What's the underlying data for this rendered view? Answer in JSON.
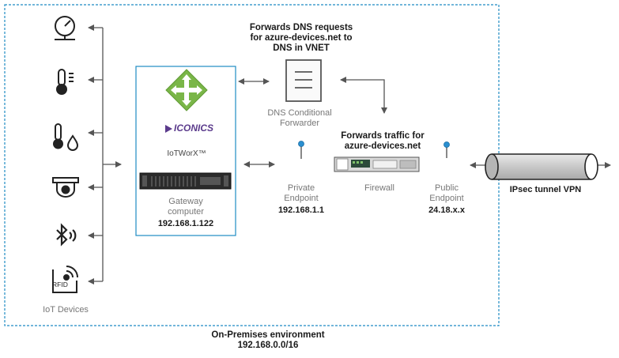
{
  "dns_note": [
    "Forwards DNS requests",
    "for azure-devices.net to",
    "DNS in VNET"
  ],
  "dns_server": [
    "DNS Conditional",
    "Forwarder"
  ],
  "firewall_note": [
    "Forwards traffic for",
    "azure-devices.net"
  ],
  "gateway": {
    "vendor": "ICONICS",
    "product": "IoTWorX™",
    "label": [
      "Gateway",
      "computer"
    ],
    "ip": "192.168.1.122"
  },
  "private_endpoint": {
    "label": [
      "Private",
      "Endpoint"
    ],
    "ip": "192.168.1.1"
  },
  "firewall_label": "Firewall",
  "public_endpoint": {
    "label": [
      "Public",
      "Endpoint"
    ],
    "ip": "24.18.x.x"
  },
  "vpn_label": "IPsec tunnel VPN",
  "iot_devices_label": "IoT Devices",
  "rfid_text": "RFID",
  "environment": {
    "name": "On-Premises environment",
    "cidr": "192.168.0.0/16"
  },
  "iot_device_icons": [
    "pressure-gauge-icon",
    "thermometer-icon",
    "temperature-humidity-icon",
    "security-camera-icon",
    "bluetooth-icon",
    "rfid-icon"
  ],
  "colors": {
    "border_blue": "#1e8bc3",
    "pin_blue": "#2a8fd0",
    "gateway_green": "#7ab648",
    "iconics_purple": "#5b3b8c",
    "arrow": "#555555"
  }
}
